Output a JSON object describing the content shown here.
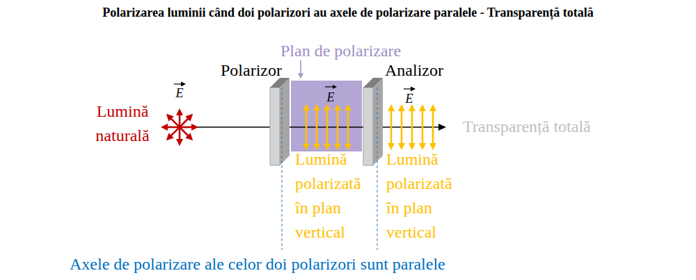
{
  "diagram": {
    "title": "Polarizarea luminii când doi polarizori au axele de polarizare paralele - Transparență totală",
    "caption": "Axele de polarizare ale celor doi polarizori sunt paralele",
    "nodes": [
      {
        "text": [
          "E"
        ]
      }
    ],
    "labels": [
      "Plan de polarizare",
      "Polarizor",
      "Analizor",
      "E",
      "E",
      "Lumină naturală",
      "Transparență totală",
      "Lumină polarizată în plan vertical",
      "Lumină polarizată în plan vertical"
    ]
  }
}
